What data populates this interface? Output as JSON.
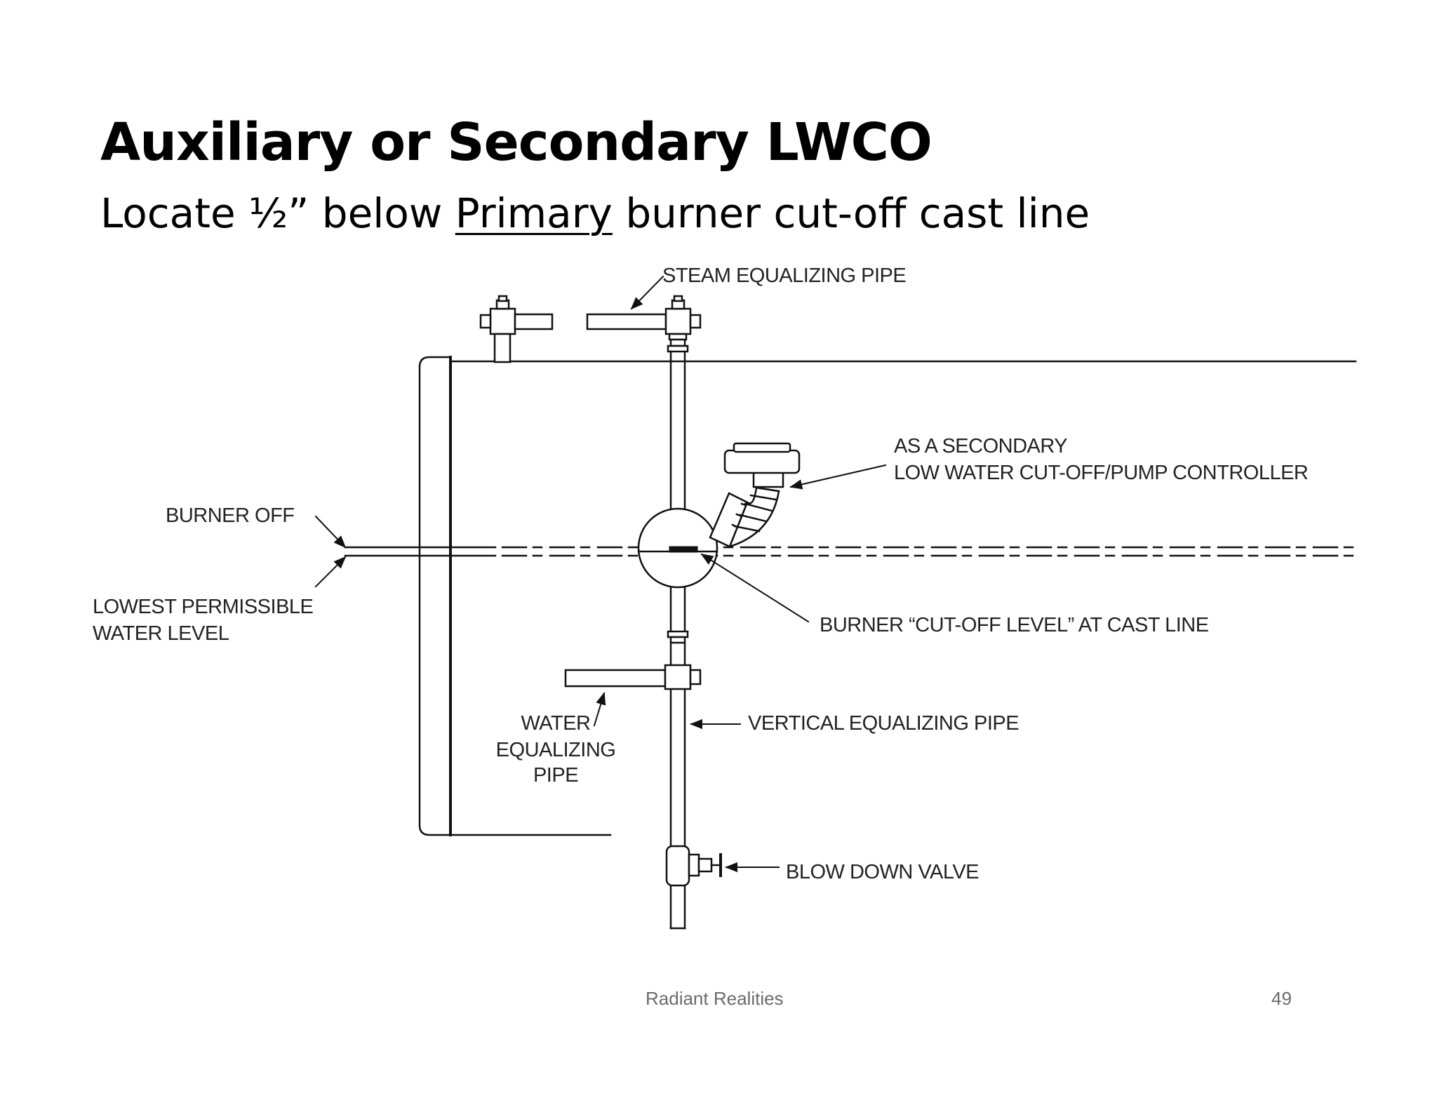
{
  "slide": {
    "title": "Auxiliary or Secondary LWCO",
    "subtitle_pre": "Locate ½” below ",
    "subtitle_underlined": "Primary",
    "subtitle_post": " burner cut-off cast line",
    "footer_text": "Radiant Realities",
    "page_number": "49"
  },
  "diagram": {
    "labels": {
      "steam_equalizing_pipe": "STEAM  EQUALIZING PIPE",
      "secondary_line1": "AS A SECONDARY",
      "secondary_line2": "LOW WATER CUT-OFF/PUMP CONTROLLER",
      "burner_off": "BURNER OFF",
      "lowest_line1": "LOWEST PERMISSIBLE",
      "lowest_line2": "WATER LEVEL",
      "cutoff_level": "BURNER “CUT-OFF LEVEL” AT CAST LINE",
      "water_line1": "WATER",
      "water_line2": "EQUALIZING",
      "water_line3": "PIPE",
      "vertical_equalizing": "VERTICAL  EQUALIZING PIPE",
      "blow_down_valve": "BLOW DOWN VALVE"
    }
  }
}
